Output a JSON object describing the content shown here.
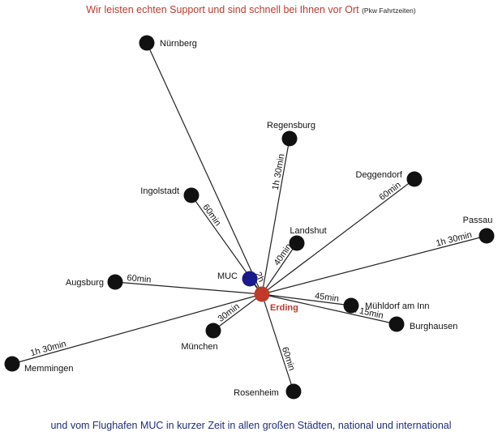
{
  "header": {
    "text": "Wir leisten echten Support und sind schnell bei Ihnen vor Ort",
    "note": "(Pkw Fahrtzeiten)"
  },
  "footer": {
    "text": "und vom Flughafen MUC in kurzer Zeit in allen großen Städten, national und international"
  },
  "colors": {
    "hub": "#c0392b",
    "airport": "#1a1a8c",
    "city": "#111111",
    "line": "#222222",
    "header": "#c0392b",
    "footer": "#1f2d7a"
  },
  "hub": {
    "name": "Erding"
  },
  "airport": {
    "name": "MUC"
  },
  "cities": [
    {
      "id": "nuernberg",
      "name": "Nürnberg",
      "time": "2h"
    },
    {
      "id": "regensburg",
      "name": "Regensburg",
      "time": "1h 30min"
    },
    {
      "id": "deggendorf",
      "name": "Deggendorf",
      "time": "60min"
    },
    {
      "id": "ingolstadt",
      "name": "Ingolstadt",
      "time": "60min"
    },
    {
      "id": "landshut",
      "name": "Landshut",
      "time": "40min"
    },
    {
      "id": "passau",
      "name": "Passau",
      "time": "1h 30min"
    },
    {
      "id": "augsburg",
      "name": "Augsburg",
      "time": "60min"
    },
    {
      "id": "muehldorf",
      "name": "Mühldorf am Inn",
      "time": "45min"
    },
    {
      "id": "burghausen",
      "name": "Burghausen",
      "time": "1h 15min"
    },
    {
      "id": "muenchen",
      "name": "München",
      "time": "30min"
    },
    {
      "id": "memmingen",
      "name": "Memmingen",
      "time": "1h 30min"
    },
    {
      "id": "rosenheim",
      "name": "Rosenheim",
      "time": "60min"
    }
  ]
}
